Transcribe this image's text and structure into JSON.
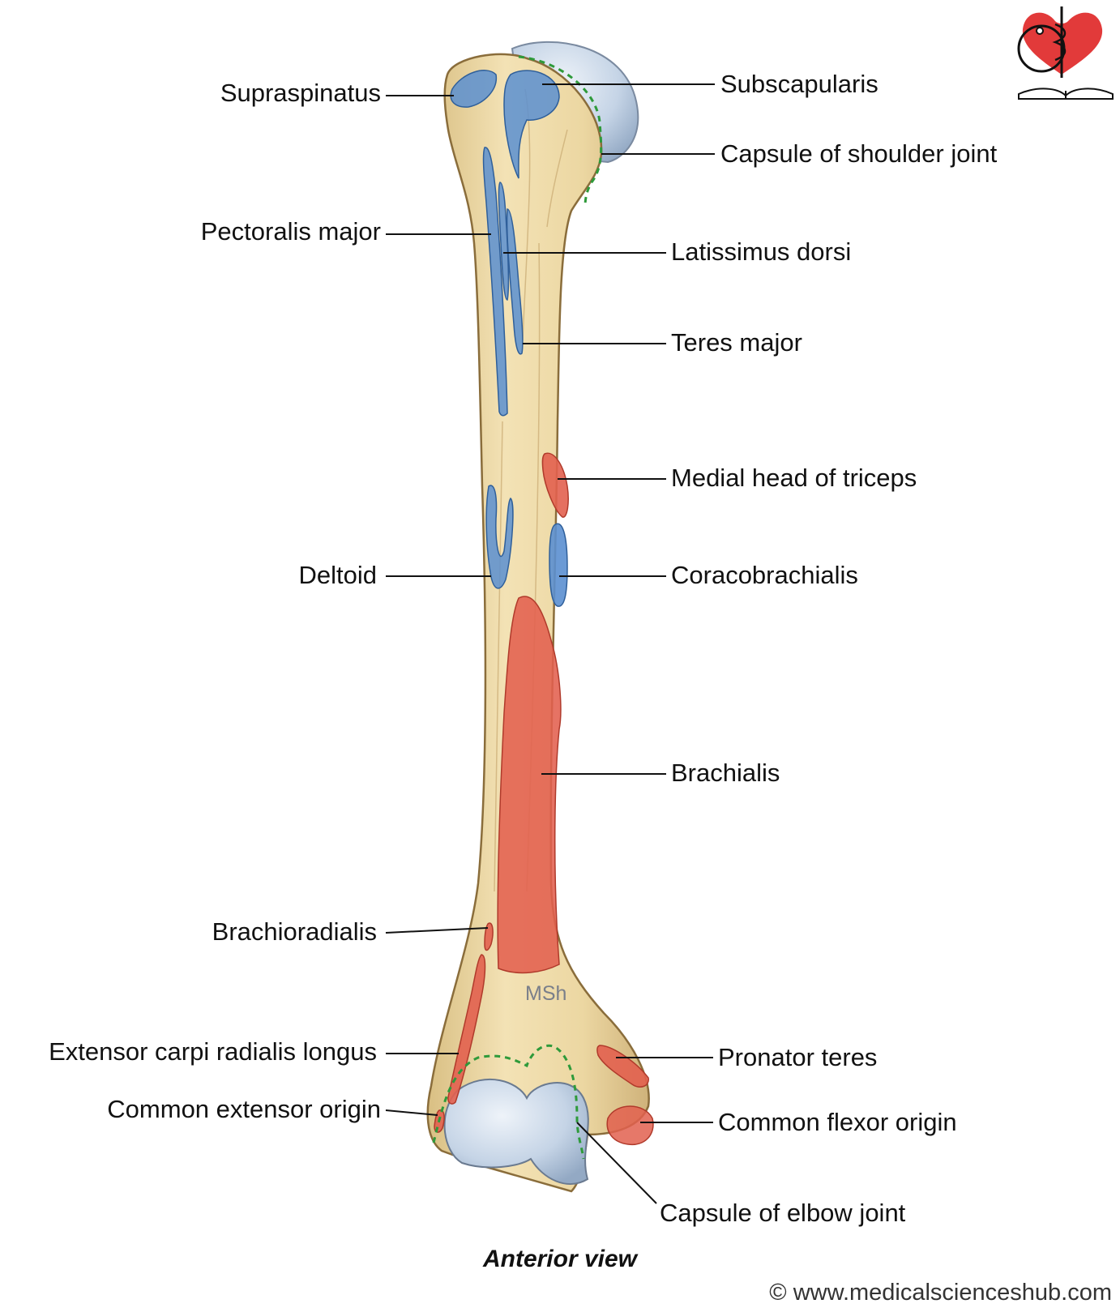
{
  "diagram": {
    "caption": "Anterior view",
    "watermark": "© www.medicalscienceshub.com",
    "artist_initials": "MSh",
    "logo": "medical-sciences-hub-logo",
    "colors": {
      "bone": "#ecd9a6",
      "cartilage": "#c8d6e6",
      "muscle_insertion": "#5b8fd0",
      "muscle_origin": "#e2604f",
      "capsule_line": "#2e9a3a"
    },
    "labels_left": {
      "supraspinatus": "Supraspinatus",
      "pectoralis_major": "Pectoralis major",
      "deltoid": "Deltoid",
      "brachioradialis": "Brachioradialis",
      "extensor_carpi_radialis_longus": "Extensor carpi radialis longus",
      "common_extensor_origin": "Common extensor origin"
    },
    "labels_right": {
      "subscapularis": "Subscapularis",
      "capsule_shoulder": "Capsule of shoulder joint",
      "latissimus_dorsi": "Latissimus dorsi",
      "teres_major": "Teres major",
      "medial_head_triceps": "Medial head of triceps",
      "coracobrachialis": "Coracobrachialis",
      "brachialis": "Brachialis",
      "pronator_teres": "Pronator teres",
      "common_flexor_origin": "Common flexor origin",
      "capsule_elbow": "Capsule of elbow joint"
    }
  }
}
